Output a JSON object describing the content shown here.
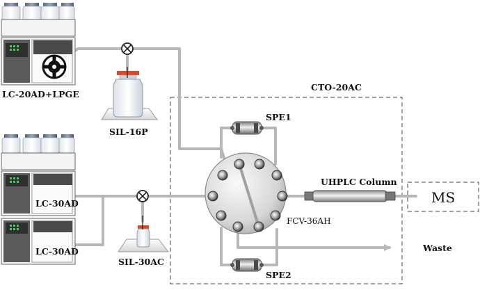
{
  "labels": {
    "pump1": "LC-20AD+LPGE",
    "sampler1": "SIL-16P",
    "oven": "CTO-20AC",
    "spe1": "SPE1",
    "spe2": "SPE2",
    "pump2": "LC-30AD",
    "pump3": "LC-30AD",
    "sampler2": "SIL-30AC",
    "column": "UHPLC Column",
    "valve": "FCV-36AH",
    "detector": "MS",
    "waste": "Waste"
  },
  "colors": {
    "tubing": "#b7b7b7",
    "instrument_dark": "#5a5a5a",
    "instrument_body": "#f4f4f4",
    "display_green": "#3ecf5a",
    "bottle": "#e9eef2",
    "bottle_cap": "#6d7c8e",
    "sample_cap": "#d94a2a",
    "dashed_border": "#444444"
  }
}
